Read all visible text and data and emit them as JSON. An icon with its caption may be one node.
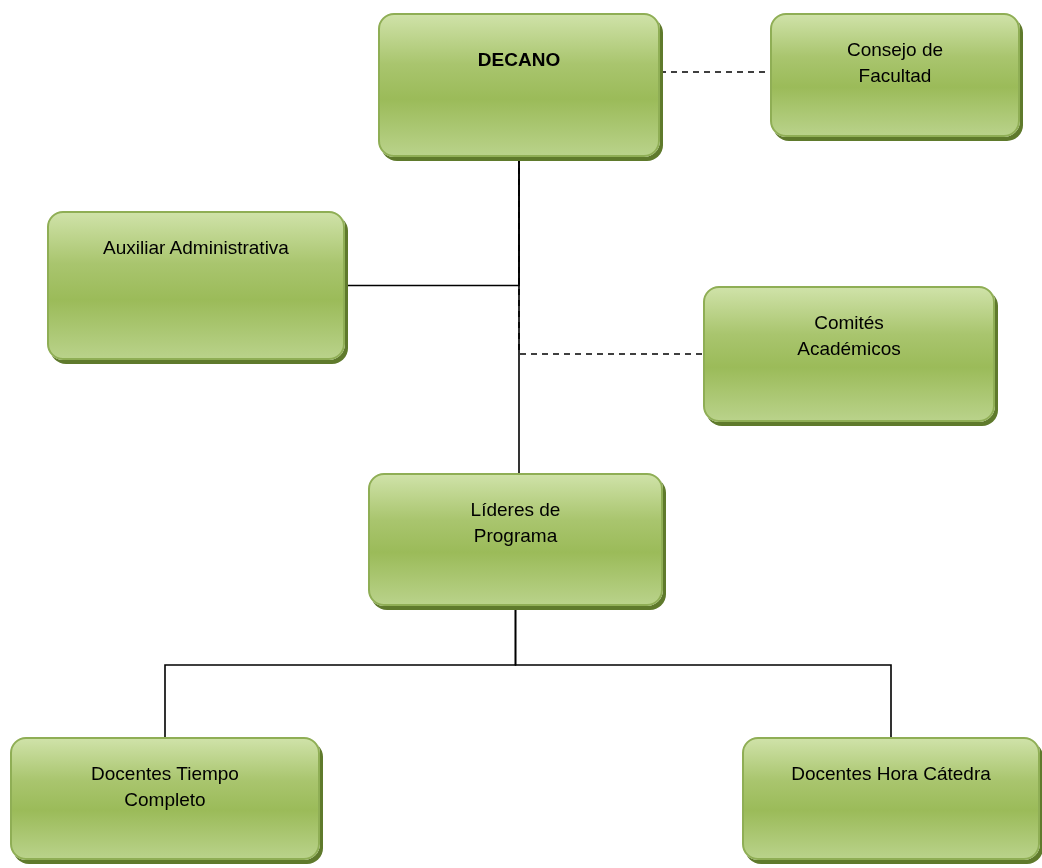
{
  "diagram": {
    "nodes": [
      {
        "text": [
          "DECANO"
        ]
      },
      {
        "text": [
          "Consejo de Facultad"
        ]
      },
      {
        "text": [
          "Auxiliar Administrativa"
        ]
      },
      {
        "text": [
          "Comités Académicos"
        ]
      },
      {
        "text": [
          "Líderes de Programa"
        ]
      },
      {
        "text": [
          "Docentes Tiempo Completo"
        ]
      },
      {
        "text": [
          "Docentes Hora Cátedra"
        ]
      }
    ],
    "edges": [
      {
        "from": 0,
        "to": 1,
        "arrow": "none",
        "style": "dashed"
      },
      {
        "from": 0,
        "to": 2,
        "arrow": "none"
      },
      {
        "from": 0,
        "to": 3,
        "arrow": "none",
        "style": "dashed"
      },
      {
        "from": 0,
        "to": 4,
        "arrow": "none"
      },
      {
        "from": 4,
        "to": 5,
        "arrow": "none"
      },
      {
        "from": 4,
        "to": 6,
        "arrow": "none"
      }
    ]
  }
}
